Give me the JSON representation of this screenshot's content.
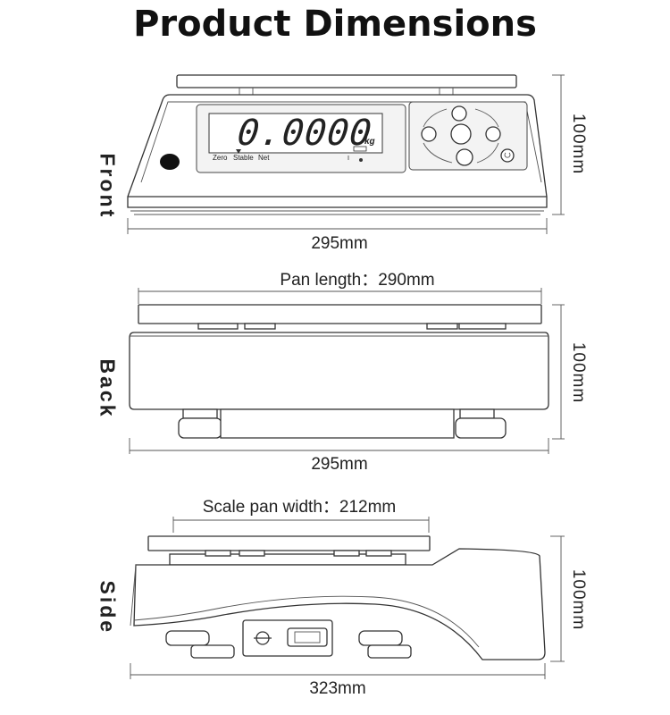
{
  "title": "Product Dimensions",
  "views": {
    "front": {
      "label": "Front",
      "width": "295mm",
      "height": "100mm",
      "display": {
        "reading": "0.0000",
        "unit": "kg",
        "indicators": [
          "Zero",
          "Stable",
          "Net"
        ]
      }
    },
    "back": {
      "label": "Back",
      "width": "295mm",
      "height": "100mm",
      "pan_length": "Pan length：290mm"
    },
    "side": {
      "label": "Side",
      "width": "323mm",
      "height": "100mm",
      "pan_width": "Scale pan width：212mm"
    }
  },
  "colors": {
    "line": "#333333",
    "text": "#1a1a1a",
    "background": "#ffffff"
  }
}
